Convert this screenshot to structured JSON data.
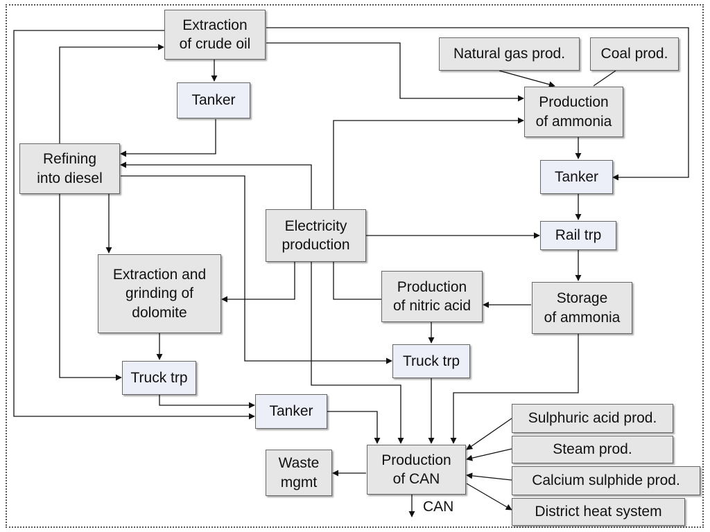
{
  "nodes": {
    "extraction_crude_oil": "Extraction\nof crude oil",
    "tanker_top": "Tanker",
    "refining_diesel": "Refining\ninto diesel",
    "natural_gas_prod": "Natural gas prod.",
    "coal_prod": "Coal prod.",
    "production_ammonia": "Production\nof ammonia",
    "tanker_right": "Tanker",
    "electricity_production": "Electricity\nproduction",
    "rail_trp": "Rail trp",
    "extraction_dolomite": "Extraction and\ngrinding of\ndolomite",
    "production_nitric_acid": "Production\nof nitric acid",
    "storage_ammonia": "Storage\nof ammonia",
    "truck_trp_mid": "Truck trp",
    "truck_trp_left": "Truck trp",
    "tanker_bottom": "Tanker",
    "sulphuric_acid_prod": "Sulphuric acid prod.",
    "steam_prod": "Steam prod.",
    "calcium_sulphide_prod": "Calcium sulphide prod.",
    "district_heat_system": "District heat system",
    "waste_mgmt": "Waste\nmgmt",
    "production_can": "Production\nof CAN"
  },
  "output_label": "CAN",
  "colors": {
    "process_fill": "#e6e6e6",
    "transport_fill": "#eceef8",
    "border": "#666666",
    "line": "#111111"
  }
}
